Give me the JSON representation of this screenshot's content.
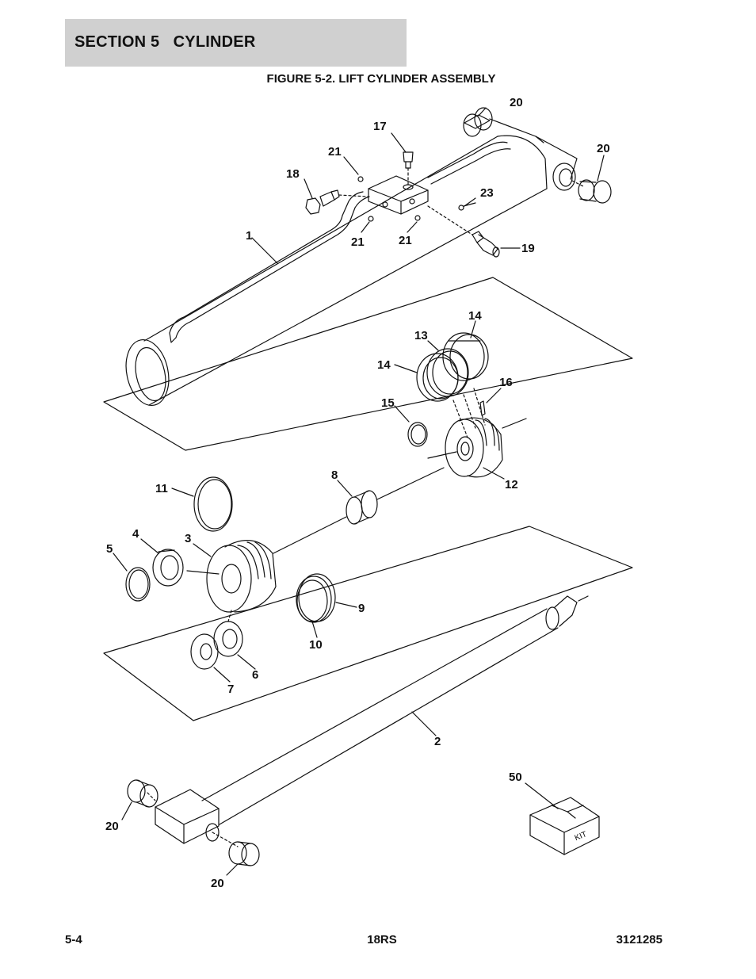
{
  "header": {
    "section_title": "SECTION 5   CYLINDER",
    "figure_title": "FIGURE 5-2. LIFT CYLINDER ASSEMBLY"
  },
  "callouts": {
    "c1": "1",
    "c2": "2",
    "c3": "3",
    "c4": "4",
    "c5": "5",
    "c6": "6",
    "c7": "7",
    "c8": "8",
    "c9": "9",
    "c10": "10",
    "c11": "11",
    "c12": "12",
    "c13": "13",
    "c14a": "14",
    "c14b": "14",
    "c15": "15",
    "c16": "16",
    "c17": "17",
    "c18": "18",
    "c19": "19",
    "c20a": "20",
    "c20b": "20",
    "c20c": "20",
    "c20d": "20",
    "c21a": "21",
    "c21b": "21",
    "c21c": "21",
    "c23": "23",
    "c50": "50"
  },
  "kit_box_label": "KIT",
  "footer": {
    "page_number": "5-4",
    "model": "18RS",
    "document_number": "3121285"
  },
  "colors": {
    "header_background": "#d0d0d0",
    "line_art": "#111111"
  }
}
